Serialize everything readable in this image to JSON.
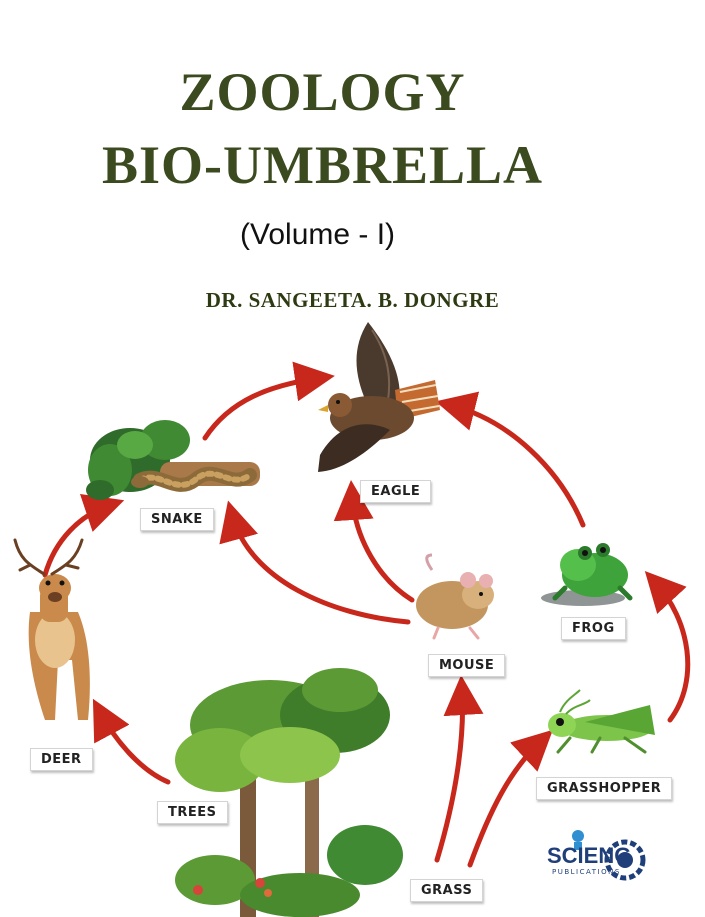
{
  "cover": {
    "title_line1": "ZOOLOGY",
    "title_line2": "BIO-UMBRELLA",
    "volume": "(Volume - I)",
    "author": "DR. SANGEETA. B. DONGRE"
  },
  "food_web": {
    "labels": {
      "eagle": "EAGLE",
      "snake": "SNAKE",
      "frog": "FROG",
      "mouse": "MOUSE",
      "deer": "DEER",
      "trees": "TREES",
      "grasshopper": "GRASSHOPPER",
      "grass": "GRASS"
    }
  },
  "publisher": {
    "logo_main": "SCIENG",
    "logo_sub": "PUBLICATIONS"
  },
  "colors": {
    "title": "#3b4a1f",
    "arrow": "#c8281c"
  }
}
